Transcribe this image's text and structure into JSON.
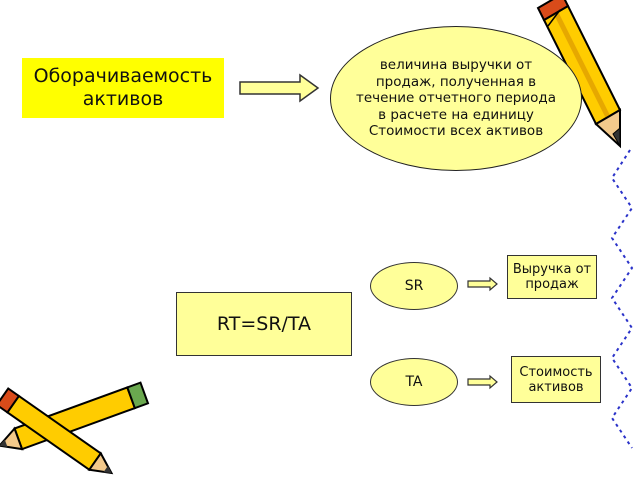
{
  "title": "Оборачиваемость активов",
  "definition": "величина выручки от продаж, полученная в течение отчетного периода в расчете на единицу Стоимости всех активов",
  "formula": "RT=SR/TA",
  "sr": {
    "label": "SR",
    "meaning": "Выручка от продаж"
  },
  "ta": {
    "label": "TA",
    "meaning": "Стоимость активов"
  },
  "colors": {
    "title_fill": "#ffff00",
    "shape_fill": "#ffff99",
    "pencil": "#ffcc00",
    "pencil_tip": "#d94b1a"
  },
  "icons": [
    "pencil-icon",
    "crossed-pencils-icon",
    "zigzag-decoration"
  ]
}
